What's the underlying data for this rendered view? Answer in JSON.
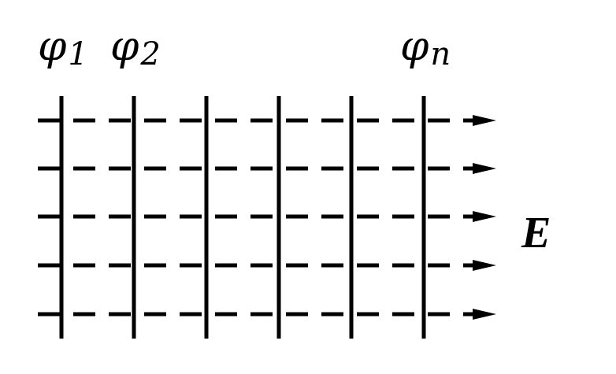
{
  "potentials": [
    {
      "symbol": "φ",
      "subscript": "1"
    },
    {
      "symbol": "φ",
      "subscript": "2"
    },
    {
      "symbol": "φ",
      "subscript": "n"
    }
  ],
  "field": {
    "label": "E",
    "line_count": 5
  },
  "equipotential_count": 6,
  "colors": {
    "ink": "#000000",
    "background": "#ffffff"
  }
}
